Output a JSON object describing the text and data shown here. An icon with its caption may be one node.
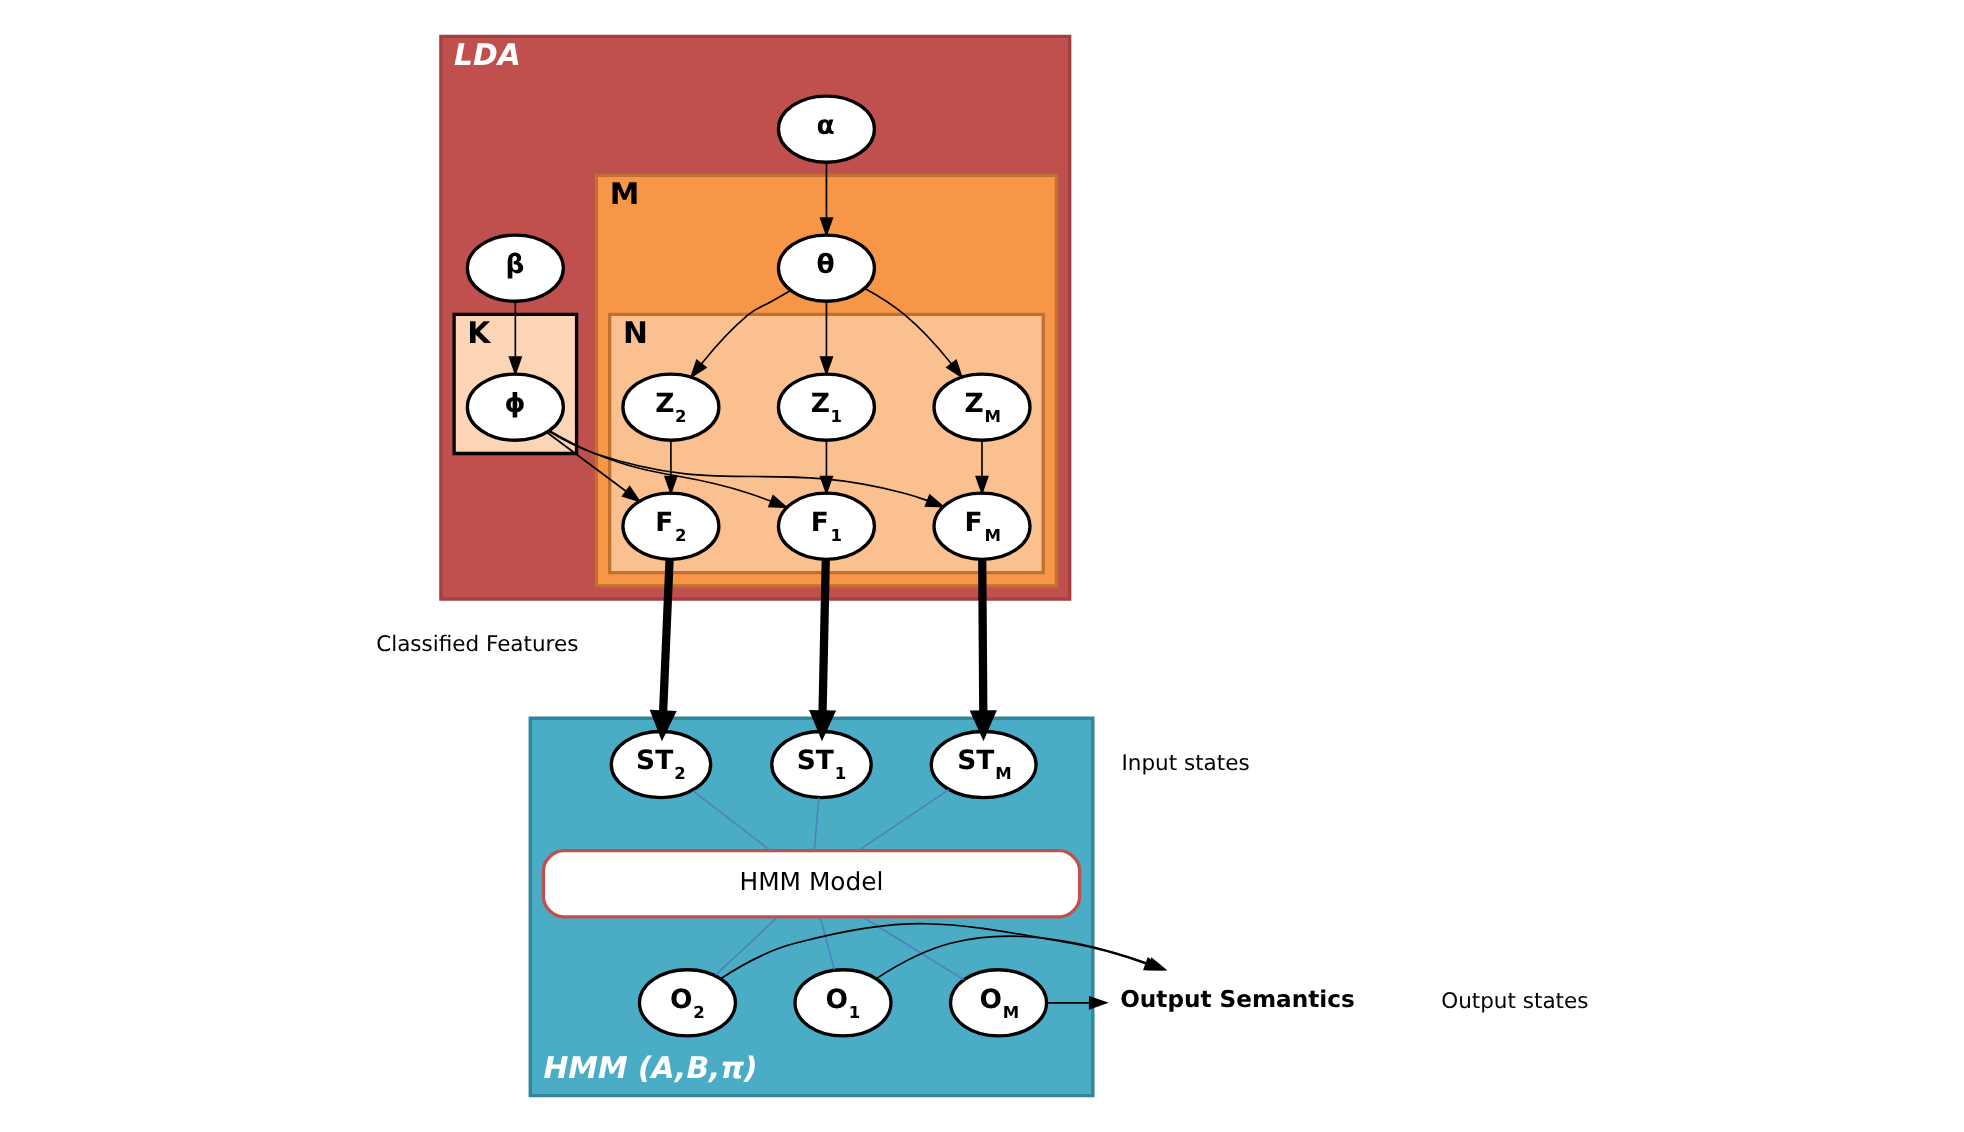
{
  "diagram": {
    "nodes": [
      {
        "text": [
          "LDA"
        ]
      },
      {
        "text": [
          "α"
        ],
        "in": 0
      },
      {
        "text": [
          "β"
        ],
        "in": 0
      },
      {
        "text": [
          "K"
        ],
        "in": 0
      },
      {
        "text": [
          "ϕ"
        ],
        "in": 3
      },
      {
        "text": [
          "M"
        ],
        "in": 0
      },
      {
        "text": [
          "θ"
        ],
        "in": 5
      },
      {
        "text": [
          "N"
        ],
        "in": 5
      },
      {
        "text": [
          "Z$_{M}$"
        ],
        "in": 7
      },
      {
        "text": [
          "Z$_{2}$"
        ],
        "in": 7
      },
      {
        "text": [
          "Z$_{1}$"
        ],
        "in": 7
      },
      {
        "text": [
          "F$_{M}$"
        ],
        "in": 7
      },
      {
        "text": [
          "F$_{2}$"
        ],
        "in": 7
      },
      {
        "text": [
          "F$_{1}$"
        ],
        "in": 7
      },
      {
        "text": [
          "HMM (A,B,π)"
        ]
      },
      {
        "text": [
          "ST$_{M}$"
        ],
        "in": 14
      },
      {
        "text": [
          "ST$_{2}$"
        ],
        "in": 14
      },
      {
        "text": [
          "ST$_{1}$"
        ],
        "in": 14
      },
      {
        "text": [
          "HMM Model"
        ],
        "in": 14
      },
      {
        "text": [
          "O$_{M}$"
        ],
        "in": 14
      },
      {
        "text": [
          "O$_{2}$"
        ],
        "in": 14
      },
      {
        "text": [
          "O$_{1}$"
        ],
        "in": 14
      },
      {
        "text": [
          "Output Semantics"
        ]
      }
    ],
    "edges": [
      {
        "from": 1,
        "to": 6,
        "arrow": "to"
      },
      {
        "from": 2,
        "to": 4,
        "arrow": "to"
      },
      {
        "from": 6,
        "to": 8,
        "arrow": "to"
      },
      {
        "from": 6,
        "to": 9,
        "arrow": "to"
      },
      {
        "from": 6,
        "to": 10,
        "arrow": "to"
      },
      {
        "from": 8,
        "to": 11,
        "arrow": "to"
      },
      {
        "from": 9,
        "to": 12,
        "arrow": "to"
      },
      {
        "from": 10,
        "to": 13,
        "arrow": "to"
      },
      {
        "from": 4,
        "to": 11,
        "arrow": "to"
      },
      {
        "from": 4,
        "to": 12,
        "arrow": "to"
      },
      {
        "from": 4,
        "to": 13,
        "arrow": "to"
      },
      {
        "from": 11,
        "to": 15,
        "arrow": "to",
        "style": "thick"
      },
      {
        "from": 12,
        "to": 16,
        "arrow": "to",
        "style": "thick"
      },
      {
        "from": 13,
        "to": 17,
        "arrow": "to",
        "style": "thick"
      },
      {
        "from": 15,
        "to": 18,
        "arrow": "none",
        "color": "#4f81bd"
      },
      {
        "from": 16,
        "to": 18,
        "arrow": "none",
        "color": "#4f81bd"
      },
      {
        "from": 17,
        "to": 18,
        "arrow": "none",
        "color": "#4f81bd"
      },
      {
        "from": 18,
        "to": 19,
        "arrow": "none",
        "color": "#4f81bd"
      },
      {
        "from": 18,
        "to": 20,
        "arrow": "none",
        "color": "#4f81bd"
      },
      {
        "from": 18,
        "to": 21,
        "arrow": "none",
        "color": "#4f81bd"
      },
      {
        "from": 19,
        "to": 22,
        "arrow": "to"
      },
      {
        "from": 20,
        "to": 22,
        "arrow": "to"
      },
      {
        "from": 21,
        "to": 22,
        "arrow": "to"
      }
    ],
    "labels": [
      "Classified Features",
      "Input states",
      "Output states"
    ]
  }
}
